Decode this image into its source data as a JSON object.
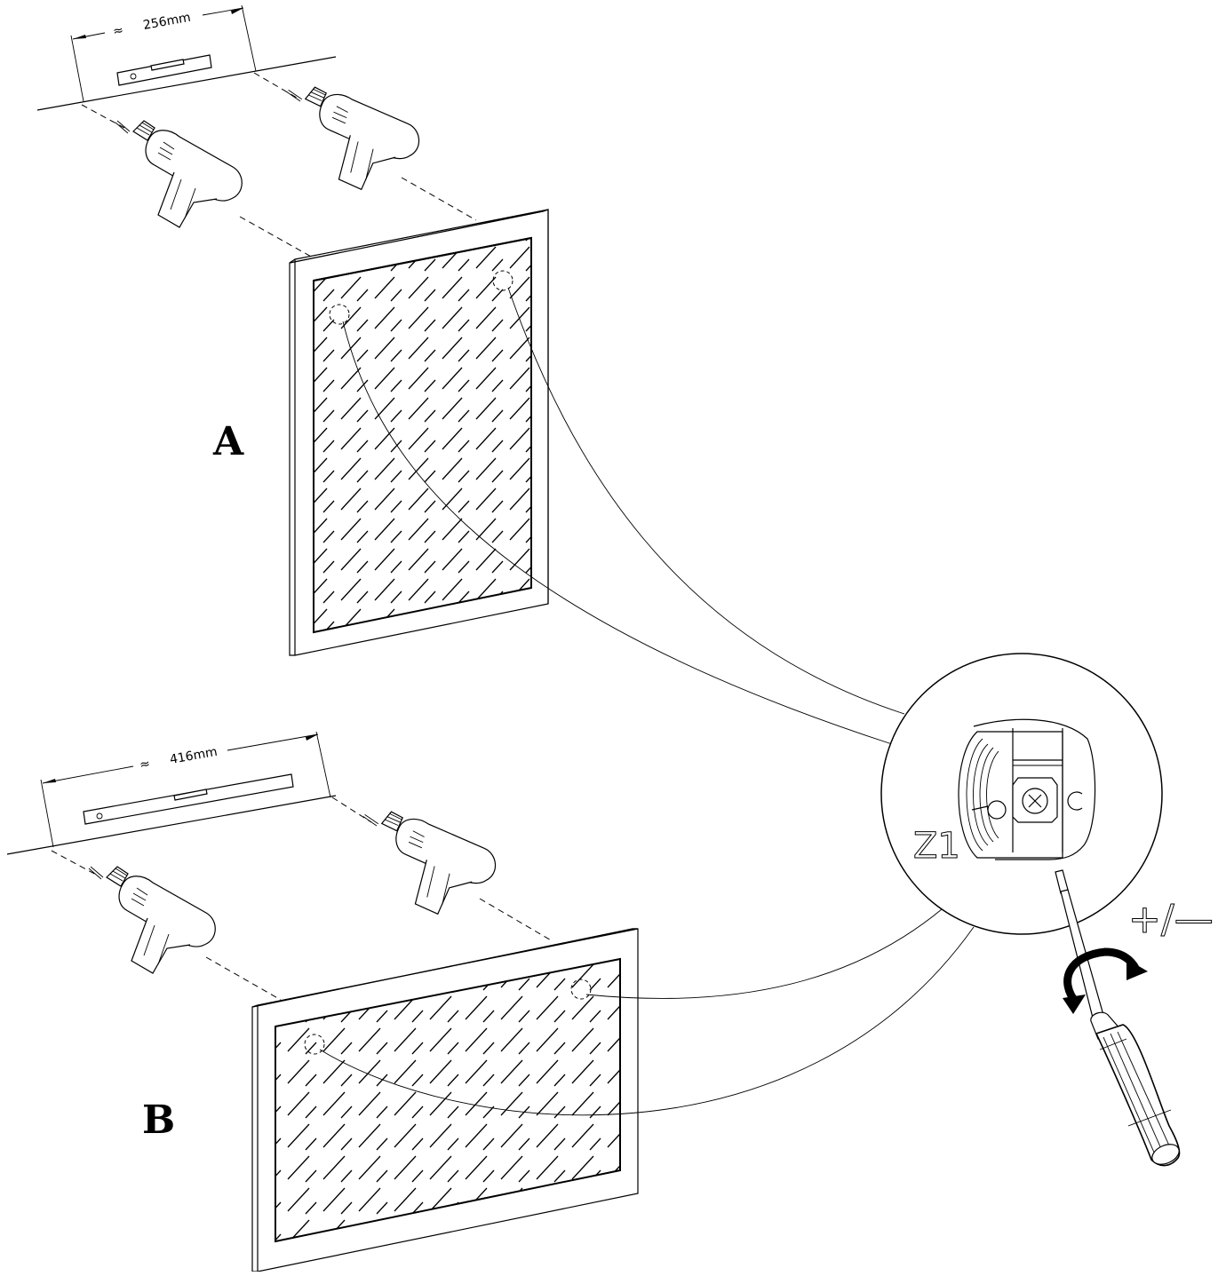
{
  "figure": {
    "panel_a_label": "A",
    "panel_b_label": "B",
    "dimension_a": "256mm",
    "dimension_b": "416mm",
    "approx_symbol": "≈",
    "detail_label": "Z1",
    "adjust_label": "+/—"
  },
  "icons": {
    "drill": "power-drill-icon",
    "level": "spirit-level-icon",
    "screwdriver": "screwdriver-icon",
    "rotate_arrow": "rotate-arrow-icon",
    "hanger": "cabinet-hanger-icon"
  }
}
